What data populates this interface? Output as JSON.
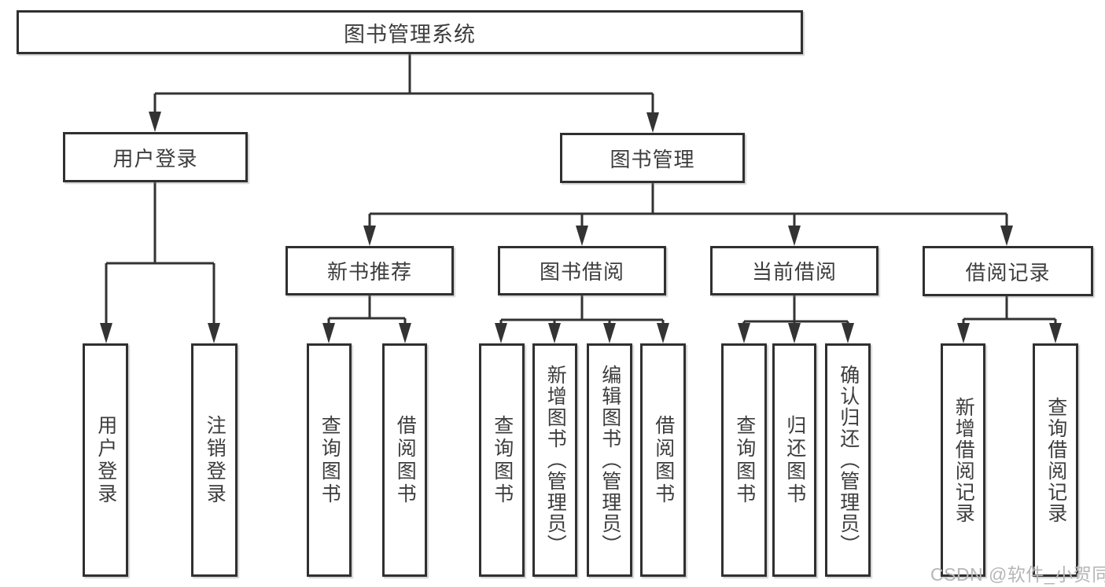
{
  "diagram_title": "图书管理系统",
  "colors": {
    "line": "#333333",
    "box_border": "#303030",
    "text": "#3d3d3d",
    "background": "#ffffff",
    "watermark": "#b6b6b6"
  },
  "tree": {
    "label": "图书管理系统",
    "children": [
      {
        "label": "用户登录",
        "children": [
          {
            "label": "用户登录"
          },
          {
            "label": "注销登录"
          }
        ]
      },
      {
        "label": "图书管理",
        "children": [
          {
            "label": "新书推荐",
            "children": [
              {
                "label": "查询图书"
              },
              {
                "label": "借阅图书"
              }
            ]
          },
          {
            "label": "图书借阅",
            "children": [
              {
                "label": "查询图书"
              },
              {
                "label": "新增图书（管理员）"
              },
              {
                "label": "编辑图书（管理员）"
              },
              {
                "label": "借阅图书"
              }
            ]
          },
          {
            "label": "当前借阅",
            "children": [
              {
                "label": "查询图书"
              },
              {
                "label": "归还图书"
              },
              {
                "label": "确认归还（管理员）"
              }
            ]
          },
          {
            "label": "借阅记录",
            "children": [
              {
                "label": "新增借阅记录"
              },
              {
                "label": "查询借阅记录"
              }
            ]
          }
        ]
      }
    ]
  },
  "watermark": {
    "text": "CSDN @软件_小贺同学"
  }
}
